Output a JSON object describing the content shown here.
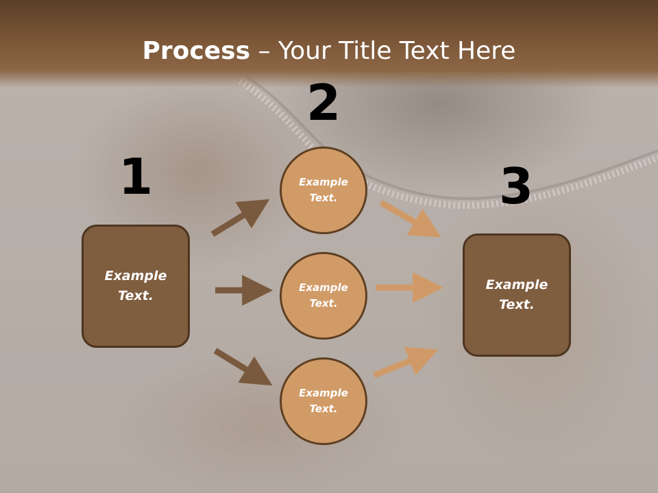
{
  "title": {
    "bold": "Process",
    "rest": " – Your Title Text Here"
  },
  "steps": {
    "one": "1",
    "two": "2",
    "three": "3"
  },
  "left_box": {
    "text": "Example Text."
  },
  "circles": [
    {
      "text": "Example Text."
    },
    {
      "text": "Example Text."
    },
    {
      "text": "Example Text."
    }
  ],
  "right_box": {
    "text": "Example Text."
  },
  "colors": {
    "header": "#7a5637",
    "box_fill": "#7f5d3f",
    "circle_fill": "#d19b68",
    "arrow_dark": "#7a5a3e",
    "arrow_light": "#d09a68"
  }
}
